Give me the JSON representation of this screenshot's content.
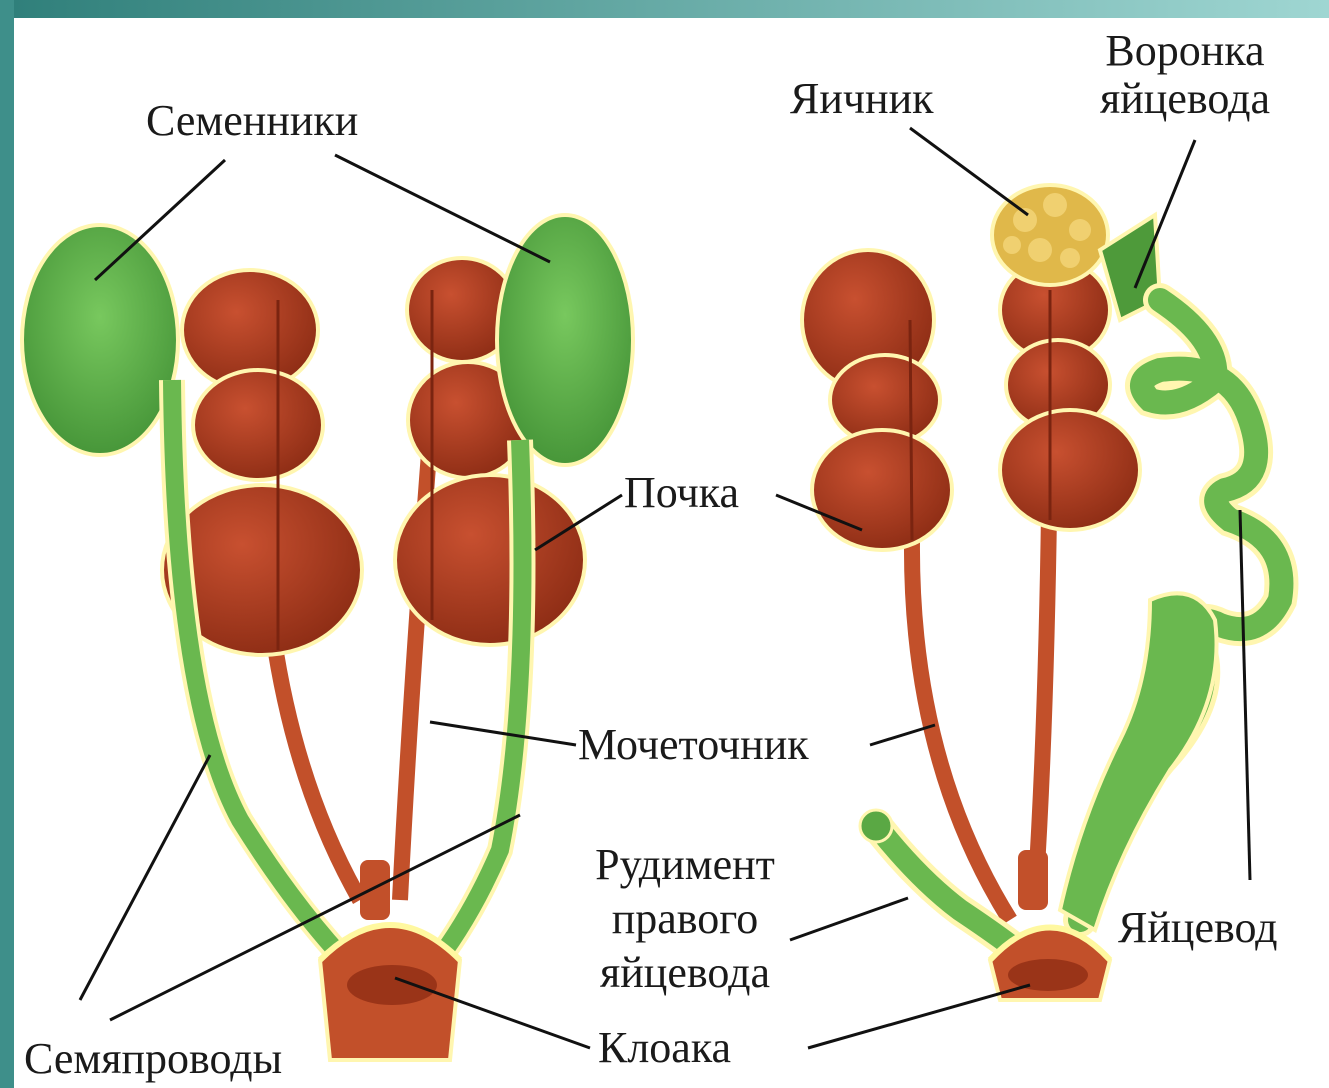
{
  "diagram": {
    "labels": {
      "testes": "Семенники",
      "ovary": "Яичник",
      "funnel_line1": "Воронка",
      "funnel_line2": "яйцевода",
      "kidney": "Почка",
      "ureter": "Мочеточник",
      "rudiment_line1": "Рудимент",
      "rudiment_line2": "правого",
      "rudiment_line3": "яйцевода",
      "oviduct": "Яйцевод",
      "cloaca": "Клоака",
      "vas_deferens": "Семяпроводы"
    }
  },
  "colors": {
    "kidney": "#b03a1e",
    "kidney_dark": "#8a2a12",
    "testis": "#5fb34a",
    "testis_dark": "#3e8a31",
    "duct_green": "#7cc95c",
    "ovary": "#e8c75a",
    "outline_yellow": "#fff3a0",
    "frame_teal": "#3e8f8a"
  }
}
